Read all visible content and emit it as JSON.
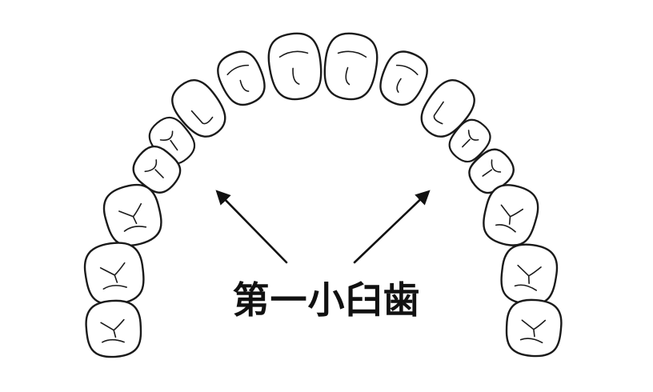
{
  "caption": "第一小臼歯",
  "colors": {
    "highlight_fill": "#f2ee9a",
    "outline": "#1a1a1a",
    "background": "#ffffff"
  },
  "arch": {
    "tooth_count": 16,
    "highlighted_teeth": [
      "left-first-premolar",
      "right-first-premolar"
    ]
  }
}
